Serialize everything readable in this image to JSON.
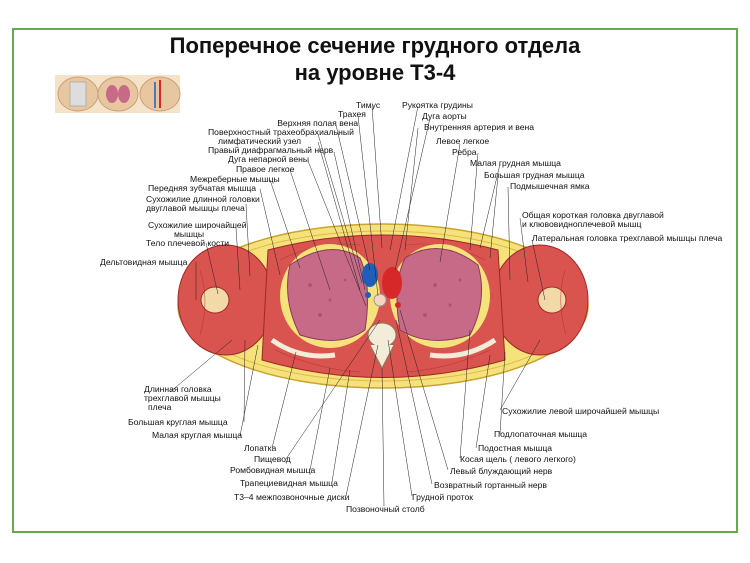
{
  "title": {
    "line1": "Поперечное сечение грудного отдела",
    "line2": "на уровне Т3-4"
  },
  "labels": {
    "timus": "Тимус",
    "rukoyatka": "Рукоятка грудины",
    "traheya": "Трахея",
    "duga_aorty": "Дуга аорты",
    "verh_vena": "Верхняя полая вена",
    "vnutr_arteria": "Внутренняя артерия и вена",
    "poverh_uzel_1": "Поверхностный трахеобрахиальный",
    "poverh_uzel_2": "лимфатический узел",
    "levoe_legkoe": "Левое легкое",
    "prav_nerv": "Правый диафрагмальный нерв",
    "rebra": "Ребра",
    "duga_vena": "Дуга непарной вены",
    "malaya_grud": "Малая грудная мышца",
    "pravoe_legkoe": "Правое легкое",
    "bolshaya_grud": "Большая грудная мышца",
    "mezhreber": "Межреберные мышцы",
    "podmysh": "Подмышечная ямка",
    "perednyaya": "Передняя зубчатая мышца",
    "suhozh_dlin_1": "Сухожилие длинной головки",
    "suhozh_dlin_2": "двуглавой мышцы плеча",
    "obshaya_1": "Общая короткая  головка двуглавой",
    "obshaya_2": "и клювовидноплечевой мышц",
    "suhozh_shir_1": "Сухожилие широчайшей",
    "suhozh_shir_2": "мышцы",
    "lateral": "Латеральная головка трехглавой мышцы плеча",
    "telo_kosti": "Тело плечевой кости",
    "deltovid": "Дельтовидная мышца",
    "dlinnaya_1": "Длинная головка",
    "dlinnaya_2": "трехглавой мышцы",
    "dlinnaya_3": "плеча",
    "suhozh_lev": "Сухожилие левой широчайшей мышцы",
    "bolshaya_krug": "Большая круглая мышца",
    "podlopat": "Подлопаточная мышца",
    "malaya_krug": "Малая круглая мышца",
    "podost": "Подостная мышца",
    "lopatka": "Лопатка",
    "kosaya": "Косая щель ( левого легкого)",
    "pishevod": "Пищевод",
    "lev_nerv": "Левый блуждающий нерв",
    "romb": "Ромбовидная мышца",
    "vozvrat": "Возвратный гортанный нерв",
    "trapec": "Трапециевидная мышца",
    "grud_protok": "Грудной проток",
    "diski": "Т3–4 межпозвоночные диски",
    "pozvon": "Позвоночный столб"
  },
  "colors": {
    "frame": "#6aa84f",
    "fat": "#f6e27a",
    "muscle": "#d9534f",
    "lung": "#c76a88",
    "vein": "#1e5fb8",
    "artery": "#d62828"
  }
}
